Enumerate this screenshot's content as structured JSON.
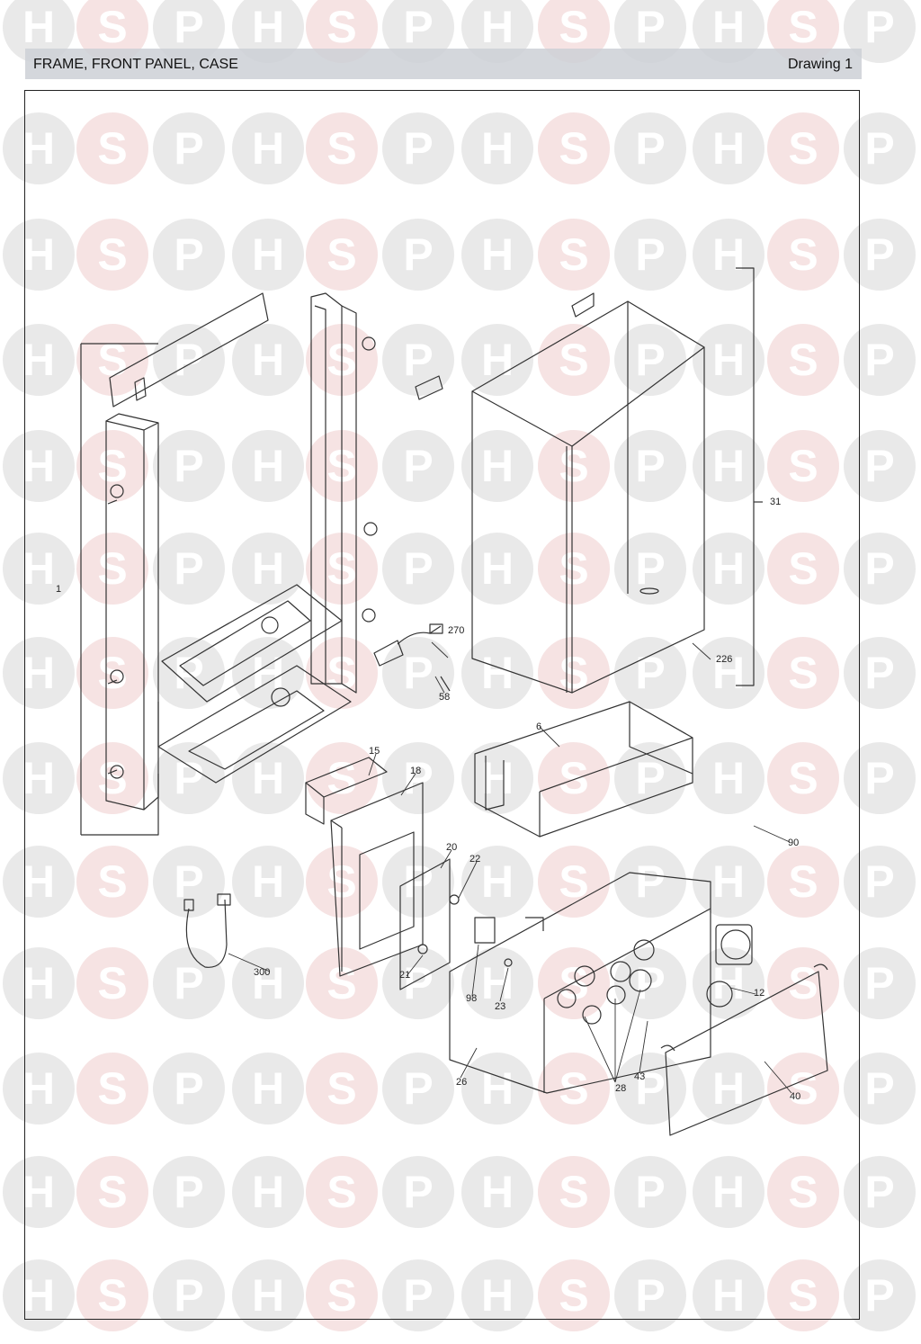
{
  "header": {
    "title": "FRAME, FRONT PANEL, CASE",
    "drawing_label": "Drawing 1"
  },
  "watermark": {
    "letters": [
      "H",
      "S",
      "P"
    ],
    "colors": {
      "h_circle": "#e9e9e9",
      "s_circle": "#f6e3e3",
      "p_circle": "#e9e9e9"
    }
  },
  "part_labels": {
    "p1": "1",
    "p31": "31",
    "p270": "270",
    "p58": "58",
    "p226": "226",
    "p6": "6",
    "p15": "15",
    "p18": "18",
    "p90": "90",
    "p20": "20",
    "p22": "22",
    "p300": "300",
    "p21": "21",
    "p98": "98",
    "p23": "23",
    "p12": "12",
    "p26": "26",
    "p28": "28",
    "p43": "43",
    "p40": "40"
  }
}
